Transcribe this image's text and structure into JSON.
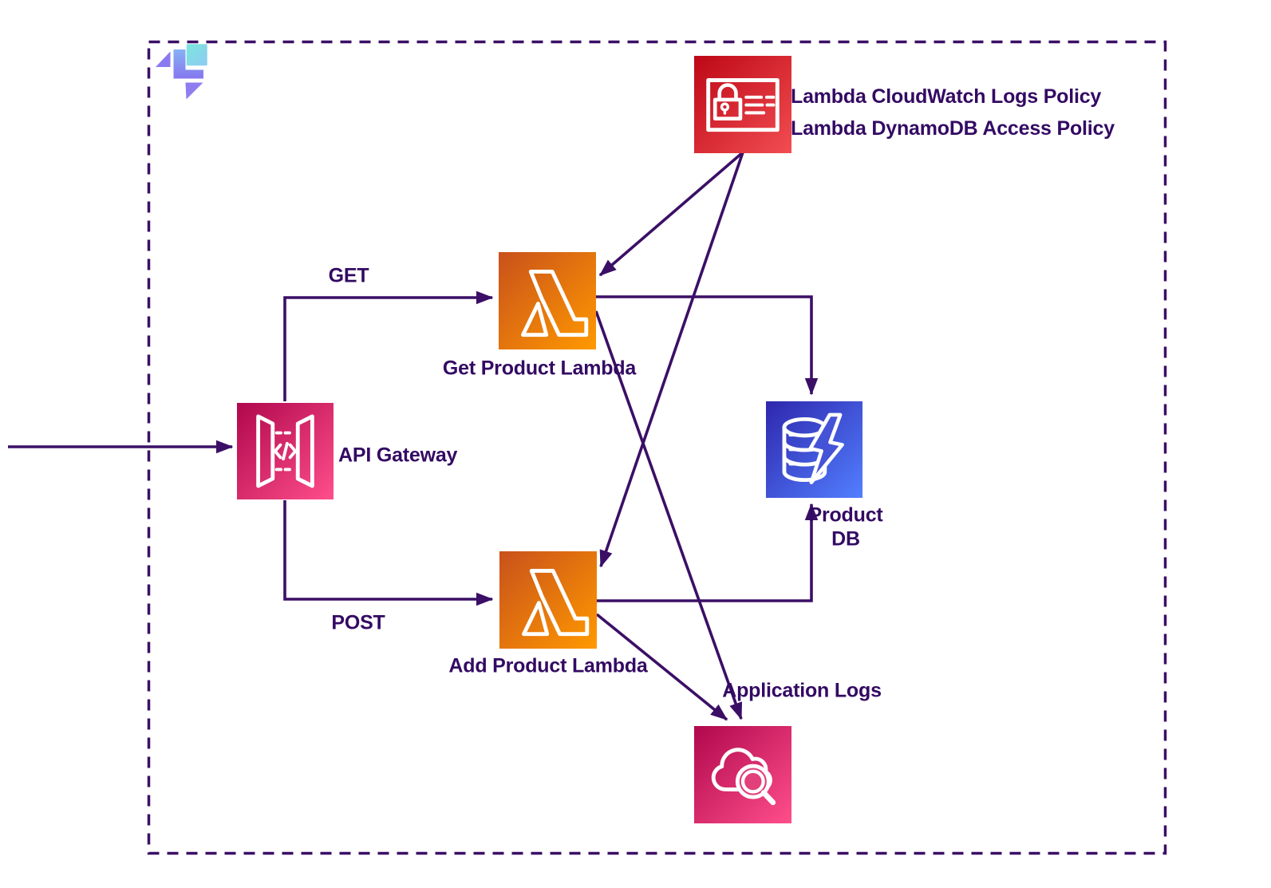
{
  "diagram": {
    "type": "aws-architecture-diagram",
    "border_color": "#3b0f66",
    "connector_color": "#3b0f66",
    "label_color": "#330a63",
    "logo": {
      "icon": "cloudairy-logo-icon",
      "colors": [
        "#8a7af0",
        "#79e7dc",
        "#8677ef"
      ]
    },
    "nodes": {
      "iam_policy": {
        "icon": "iam-policy-lock-card-icon",
        "labels": [
          "Lambda CloudWatch Logs Policy",
          "Lambda DynamoDB Access Policy"
        ],
        "gradient": [
          "#BD0816",
          "#F24D52"
        ]
      },
      "api_gateway": {
        "icon": "api-gateway-icon",
        "label": "API Gateway",
        "gradient": [
          "#B0084D",
          "#FF4F8B"
        ]
      },
      "get_lambda": {
        "icon": "lambda-icon",
        "label": "Get Product Lambda",
        "gradient": [
          "#C8511B",
          "#FF9900"
        ]
      },
      "add_lambda": {
        "icon": "lambda-icon",
        "label": "Add Product Lambda",
        "gradient": [
          "#C8511B",
          "#FF9900"
        ]
      },
      "product_db": {
        "icon": "dynamodb-icon",
        "label": "Product DB",
        "label_lines": [
          "Product",
          "DB"
        ],
        "gradient": [
          "#2E27AD",
          "#527FFF"
        ]
      },
      "cloudwatch_logs": {
        "icon": "cloudwatch-logs-icon",
        "label": "Application Logs",
        "gradient": [
          "#B0084D",
          "#FF4F8B"
        ]
      }
    },
    "edges": [
      {
        "from": "external",
        "to": "api_gateway",
        "label": ""
      },
      {
        "from": "api_gateway",
        "to": "get_lambda",
        "label": "GET"
      },
      {
        "from": "api_gateway",
        "to": "add_lambda",
        "label": "POST"
      },
      {
        "from": "get_lambda",
        "to": "product_db",
        "label": ""
      },
      {
        "from": "add_lambda",
        "to": "product_db",
        "label": ""
      },
      {
        "from": "iam_policy",
        "to": "get_lambda",
        "label": ""
      },
      {
        "from": "iam_policy",
        "to": "add_lambda",
        "label": ""
      },
      {
        "from": "get_lambda",
        "to": "cloudwatch_logs",
        "label": ""
      },
      {
        "from": "add_lambda",
        "to": "cloudwatch_logs",
        "label": ""
      }
    ]
  }
}
